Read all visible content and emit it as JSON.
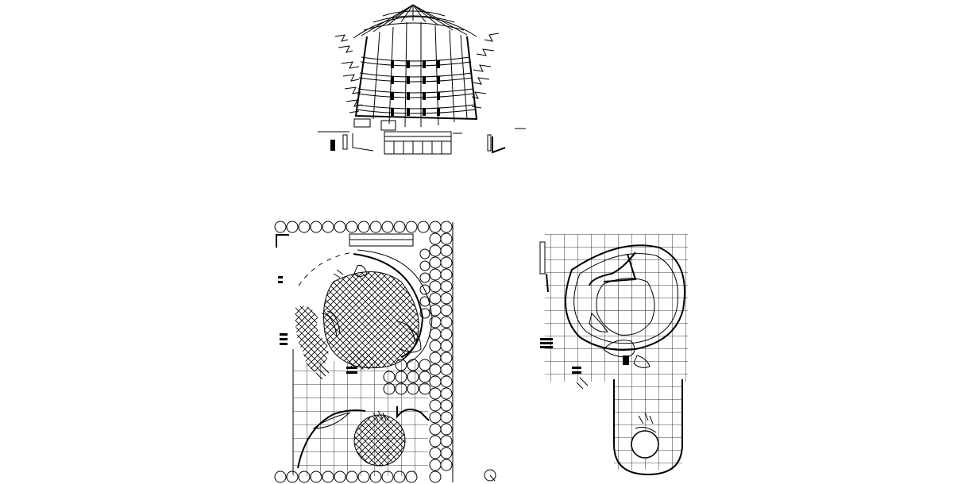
{
  "drawing": {
    "line_color": "#000000",
    "background_color": "#ffffff",
    "views": [
      {
        "id": "elevation",
        "kind": "building-elevation"
      },
      {
        "id": "site-plan-large",
        "kind": "landscape-site-plan"
      },
      {
        "id": "site-plan-small",
        "kind": "landscape-site-plan"
      }
    ],
    "symbols": [
      {
        "id": "north-symbol",
        "icon": "north-arrow-circle-icon"
      }
    ]
  }
}
